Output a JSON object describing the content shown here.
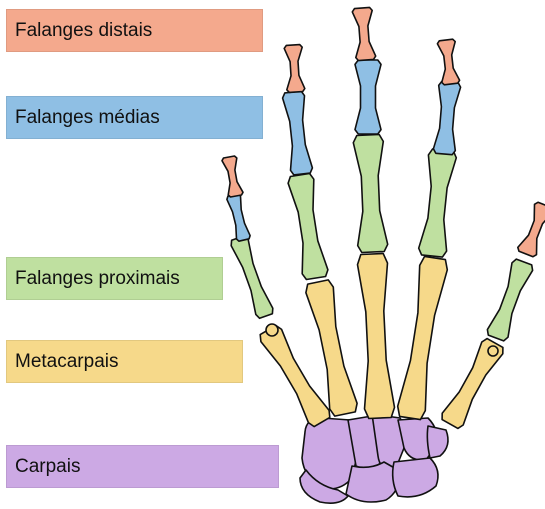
{
  "labels": {
    "distal": "Falanges distais",
    "middle": "Falanges médias",
    "proximal": "Falanges proximais",
    "metacarpal": "Metacarpais",
    "carpal": "Carpais"
  },
  "colors": {
    "distal": "#f4a98d",
    "middle": "#8fbfe4",
    "proximal": "#bfe0a0",
    "metacarpal": "#f6d98a",
    "carpal": "#cca9e4"
  }
}
